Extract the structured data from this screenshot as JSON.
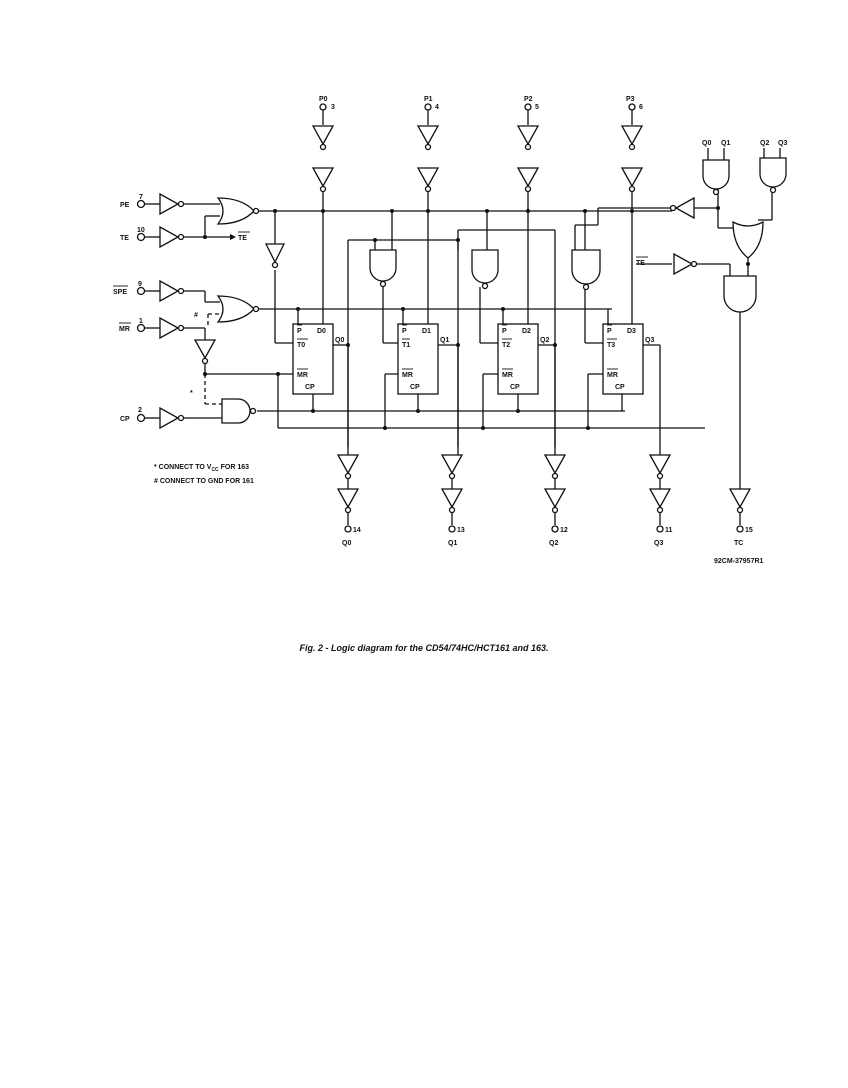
{
  "inputs": {
    "pe": {
      "label": "PE",
      "pin": "7"
    },
    "te": {
      "label": "TE",
      "pin": "10"
    },
    "spe": {
      "label": "SPE",
      "pin": "9"
    },
    "mr": {
      "label": "MR",
      "pin": "1"
    },
    "cp": {
      "label": "CP",
      "pin": "2"
    }
  },
  "te_bar_labels": [
    "TE",
    "TE"
  ],
  "parallel_inputs": [
    {
      "label": "P0",
      "pin": "3"
    },
    {
      "label": "P1",
      "pin": "4"
    },
    {
      "label": "P2",
      "pin": "5"
    },
    {
      "label": "P3",
      "pin": "6"
    }
  ],
  "flipflops": [
    {
      "p": "P",
      "d": "D0",
      "t": "T0",
      "mr": "MR",
      "cp": "CP",
      "q": "Q0"
    },
    {
      "p": "P",
      "d": "D1",
      "t": "T1",
      "mr": "MR",
      "cp": "CP",
      "q": "Q1"
    },
    {
      "p": "P",
      "d": "D2",
      "t": "T2",
      "mr": "MR",
      "cp": "CP",
      "q": "Q2"
    },
    {
      "p": "P",
      "d": "D3",
      "t": "T3",
      "mr": "MR",
      "cp": "CP",
      "q": "Q3"
    }
  ],
  "outputs": [
    {
      "label": "Q0",
      "pin": "14"
    },
    {
      "label": "Q1",
      "pin": "13"
    },
    {
      "label": "Q2",
      "pin": "12"
    },
    {
      "label": "Q3",
      "pin": "11"
    },
    {
      "label": "TC",
      "pin": "15"
    }
  ],
  "tc_gate_inputs": [
    "Q0",
    "Q1",
    "Q2",
    "Q3"
  ],
  "markers": {
    "star": "*",
    "hash": "#"
  },
  "notes": [
    {
      "prefix": "* CONNECT TO V",
      "sub": "CC",
      "suffix": " FOR 163"
    },
    {
      "prefix": "# CONNECT TO GND FOR 161",
      "sub": "",
      "suffix": ""
    }
  ],
  "figure_id": "92CM-37957R1",
  "caption": "Fig. 2 - Logic diagram for the CD54/74HC/HCT161 and 163."
}
